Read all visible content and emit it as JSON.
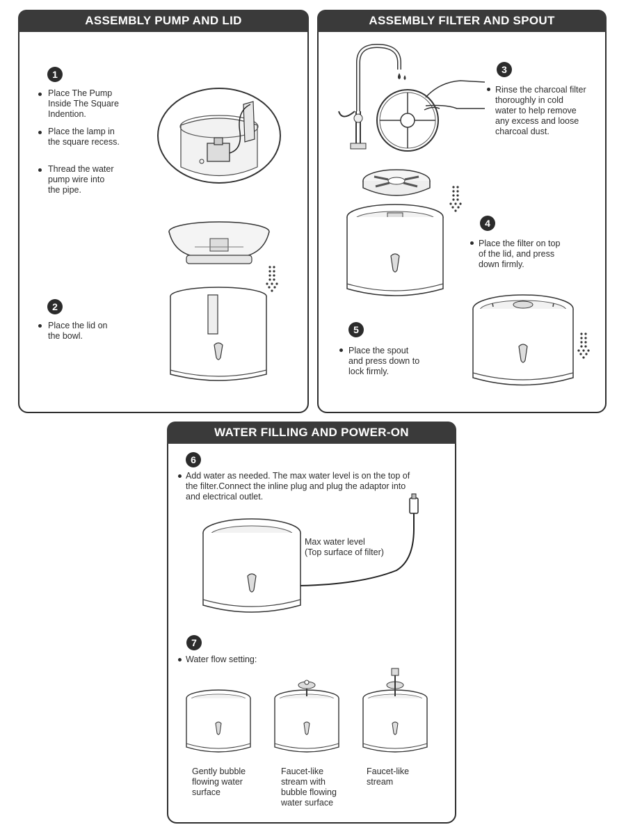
{
  "sections": {
    "pump_lid": {
      "title": "ASSEMBLY PUMP AND LID"
    },
    "filter_spout": {
      "title": "ASSEMBLY FILTER AND SPOUT"
    },
    "water_power": {
      "title": "WATER FILLING AND POWER-ON"
    }
  },
  "steps": {
    "s1": {
      "number": "1",
      "items": [
        "Place The Pump\nInside The Square\nIndention.",
        "Place the lamp in\nthe square recess.",
        "Thread the water\npump wire into\nthe pipe."
      ]
    },
    "s2": {
      "number": "2",
      "items": [
        "Place the lid on\nthe bowl."
      ]
    },
    "s3": {
      "number": "3",
      "items": [
        "Rinse the charcoal filter\nthoroughly in cold\nwater to help remove\nany excess and loose\ncharcoal dust."
      ]
    },
    "s4": {
      "number": "4",
      "items": [
        "Place the filter on top\nof the lid, and press\ndown firmly."
      ]
    },
    "s5": {
      "number": "5",
      "items": [
        "Place the spout\nand press down to\nlock firmly."
      ]
    },
    "s6": {
      "number": "6",
      "items": [
        "Add water as needed. The max water level is on the top of\nthe filter.Connect the inline plug and plug the adaptor into\nand electrical outlet."
      ],
      "label": "Max water level\n(Top surface of filter)"
    },
    "s7": {
      "number": "7",
      "items": [
        "Water flow setting:"
      ],
      "modes": [
        "Gently bubble\nflowing water\nsurface",
        "Faucet-like\nstream with\nbubble flowing\nwater surface",
        "Faucet-like\nstream"
      ]
    }
  }
}
